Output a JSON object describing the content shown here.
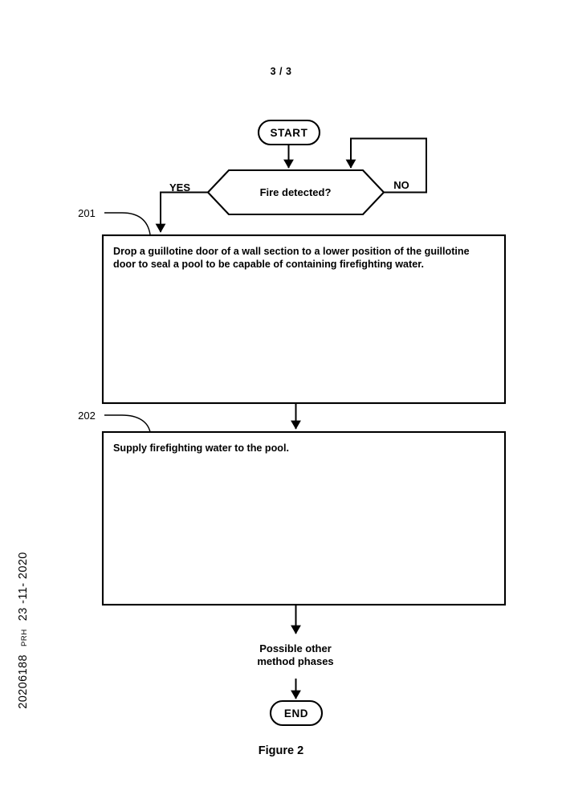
{
  "document": {
    "page_number": "3 / 3",
    "figure_caption": "Figure 2"
  },
  "stamp": {
    "application_number": "20206188",
    "office": "PRH",
    "date": "23 -11- 2020"
  },
  "flowchart": {
    "start": {
      "label": "START"
    },
    "decision": {
      "label": "Fire detected?"
    },
    "branch_yes": {
      "label": "YES"
    },
    "branch_no": {
      "label": "NO"
    },
    "steps": [
      {
        "ref": "201",
        "text": "Drop a guillotine door of a wall section to a lower position of the guillotine door to seal a pool to be capable of containing firefighting water."
      },
      {
        "ref": "202",
        "text": "Supply firefighting water to the pool."
      }
    ],
    "other_phases": {
      "line1": "Possible other",
      "line2": "method phases"
    },
    "end": {
      "label": "END"
    }
  },
  "colors": {
    "ink": "#000000",
    "paper": "#ffffff"
  }
}
